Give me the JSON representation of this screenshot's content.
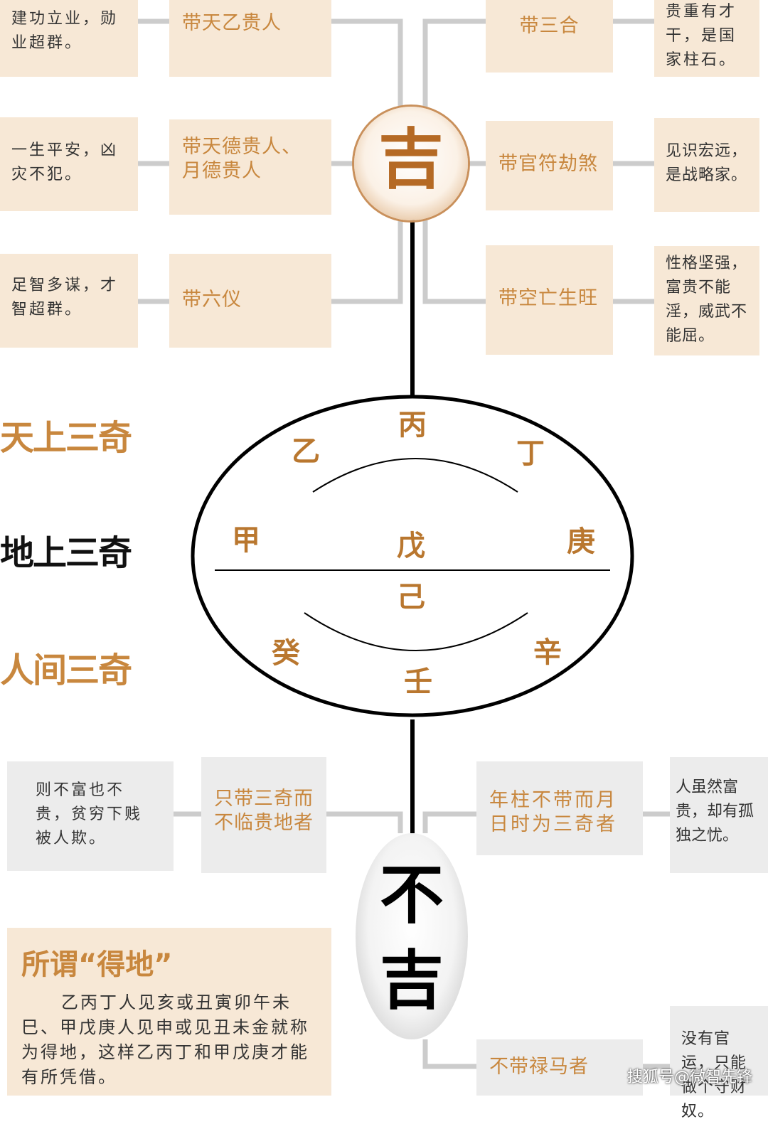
{
  "ji": {
    "center": "吉",
    "left": [
      {
        "label": "带天乙贵人",
        "desc": "建功立业，勋业超群。"
      },
      {
        "label": "带天德贵人、月德贵人",
        "desc": "一生平安，凶灾不犯。"
      },
      {
        "label": "带六仪",
        "desc": "足智多谋，才智超群。"
      }
    ],
    "right": [
      {
        "label": "带三合",
        "desc": "贵重有才干，是国家柱石。"
      },
      {
        "label": "带官符劫煞",
        "desc": "见识宏远，是战略家。"
      },
      {
        "label": "带空亡生旺",
        "desc": "性格坚强，富贵不能淫，威武不能屈。"
      }
    ]
  },
  "tiers": [
    {
      "label": "天上三奇",
      "color": "#c8873e"
    },
    {
      "label": "地上三奇",
      "color": "#111111"
    },
    {
      "label": "人间三奇",
      "color": "#c8873e"
    }
  ],
  "stems": {
    "bing": "丙",
    "yi": "乙",
    "ding": "丁",
    "jia": "甲",
    "wu": "戊",
    "geng": "庚",
    "ji": "己",
    "gui": "癸",
    "xin": "辛",
    "ren": "壬"
  },
  "buji": {
    "center_top": "不",
    "center_bottom": "吉",
    "left": [
      {
        "label": "只带三奇而不临贵地者",
        "desc": "则不富也不贵，贫穷下贱被人欺。"
      }
    ],
    "right": [
      {
        "label": "年柱不带而月日时为三奇者",
        "desc": "人虽然富贵，却有孤独之忧。"
      },
      {
        "label": "不带禄马者",
        "desc": "没有官运，只能做个守财奴。"
      }
    ]
  },
  "deidi": {
    "title": "所谓“得地”",
    "body": "乙丙丁人见亥或丑寅卯午未巳、甲戊庚人见申或见丑未金就称为得地，这样乙丙丁和甲戊庚才能有所凭借。"
  },
  "watermark": "搜狐号@微智先锋",
  "colors": {
    "accent": "#c8873e",
    "tan": "#f7e8d6",
    "gray": "#ececec",
    "line": "#cccccc"
  }
}
